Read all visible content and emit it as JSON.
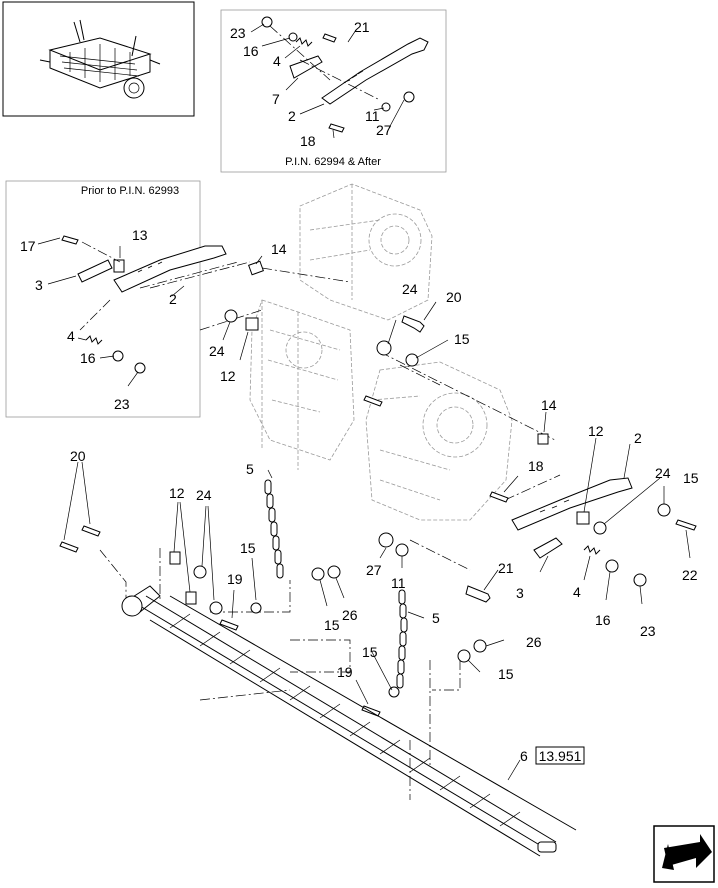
{
  "insets": {
    "after_caption": "P.I.N. 62994 & After",
    "prior_caption": "Prior to P.I.N. 62993"
  },
  "callouts": {
    "c23a": "23",
    "c21a": "21",
    "c16a": "16",
    "c4a": "4",
    "c7": "7",
    "c2a": "2",
    "c11a": "11",
    "c27a": "27",
    "c18a": "18",
    "c17": "17",
    "c13": "13",
    "c3a": "3",
    "c2b": "2",
    "c4b": "4",
    "c16b": "16",
    "c23b": "23",
    "c14a": "14",
    "c24a": "24",
    "c20a": "20",
    "c24b": "24",
    "c12a": "12",
    "c15a": "15",
    "c14b": "14",
    "c12b": "12",
    "c2c": "2",
    "c18b": "18",
    "c24c": "24",
    "c15b": "15",
    "c22": "22",
    "c27b": "27",
    "c11b": "11",
    "c21b": "21",
    "c3b": "3",
    "c4c": "4",
    "c16c": "16",
    "c23c": "23",
    "c20b": "20",
    "c12c": "12",
    "c24d": "24",
    "c5a": "5",
    "c15c": "15",
    "c19a": "19",
    "c15d": "15",
    "c26a": "26",
    "c5b": "5",
    "c26b": "26",
    "c15e": "15",
    "c15f": "15",
    "c19b": "19",
    "c6": "6"
  },
  "ref_box": {
    "label": "13.951"
  },
  "icons": {
    "overview": "harvester-assembly-thumbnail",
    "nav": "next-page-arrow-icon"
  }
}
